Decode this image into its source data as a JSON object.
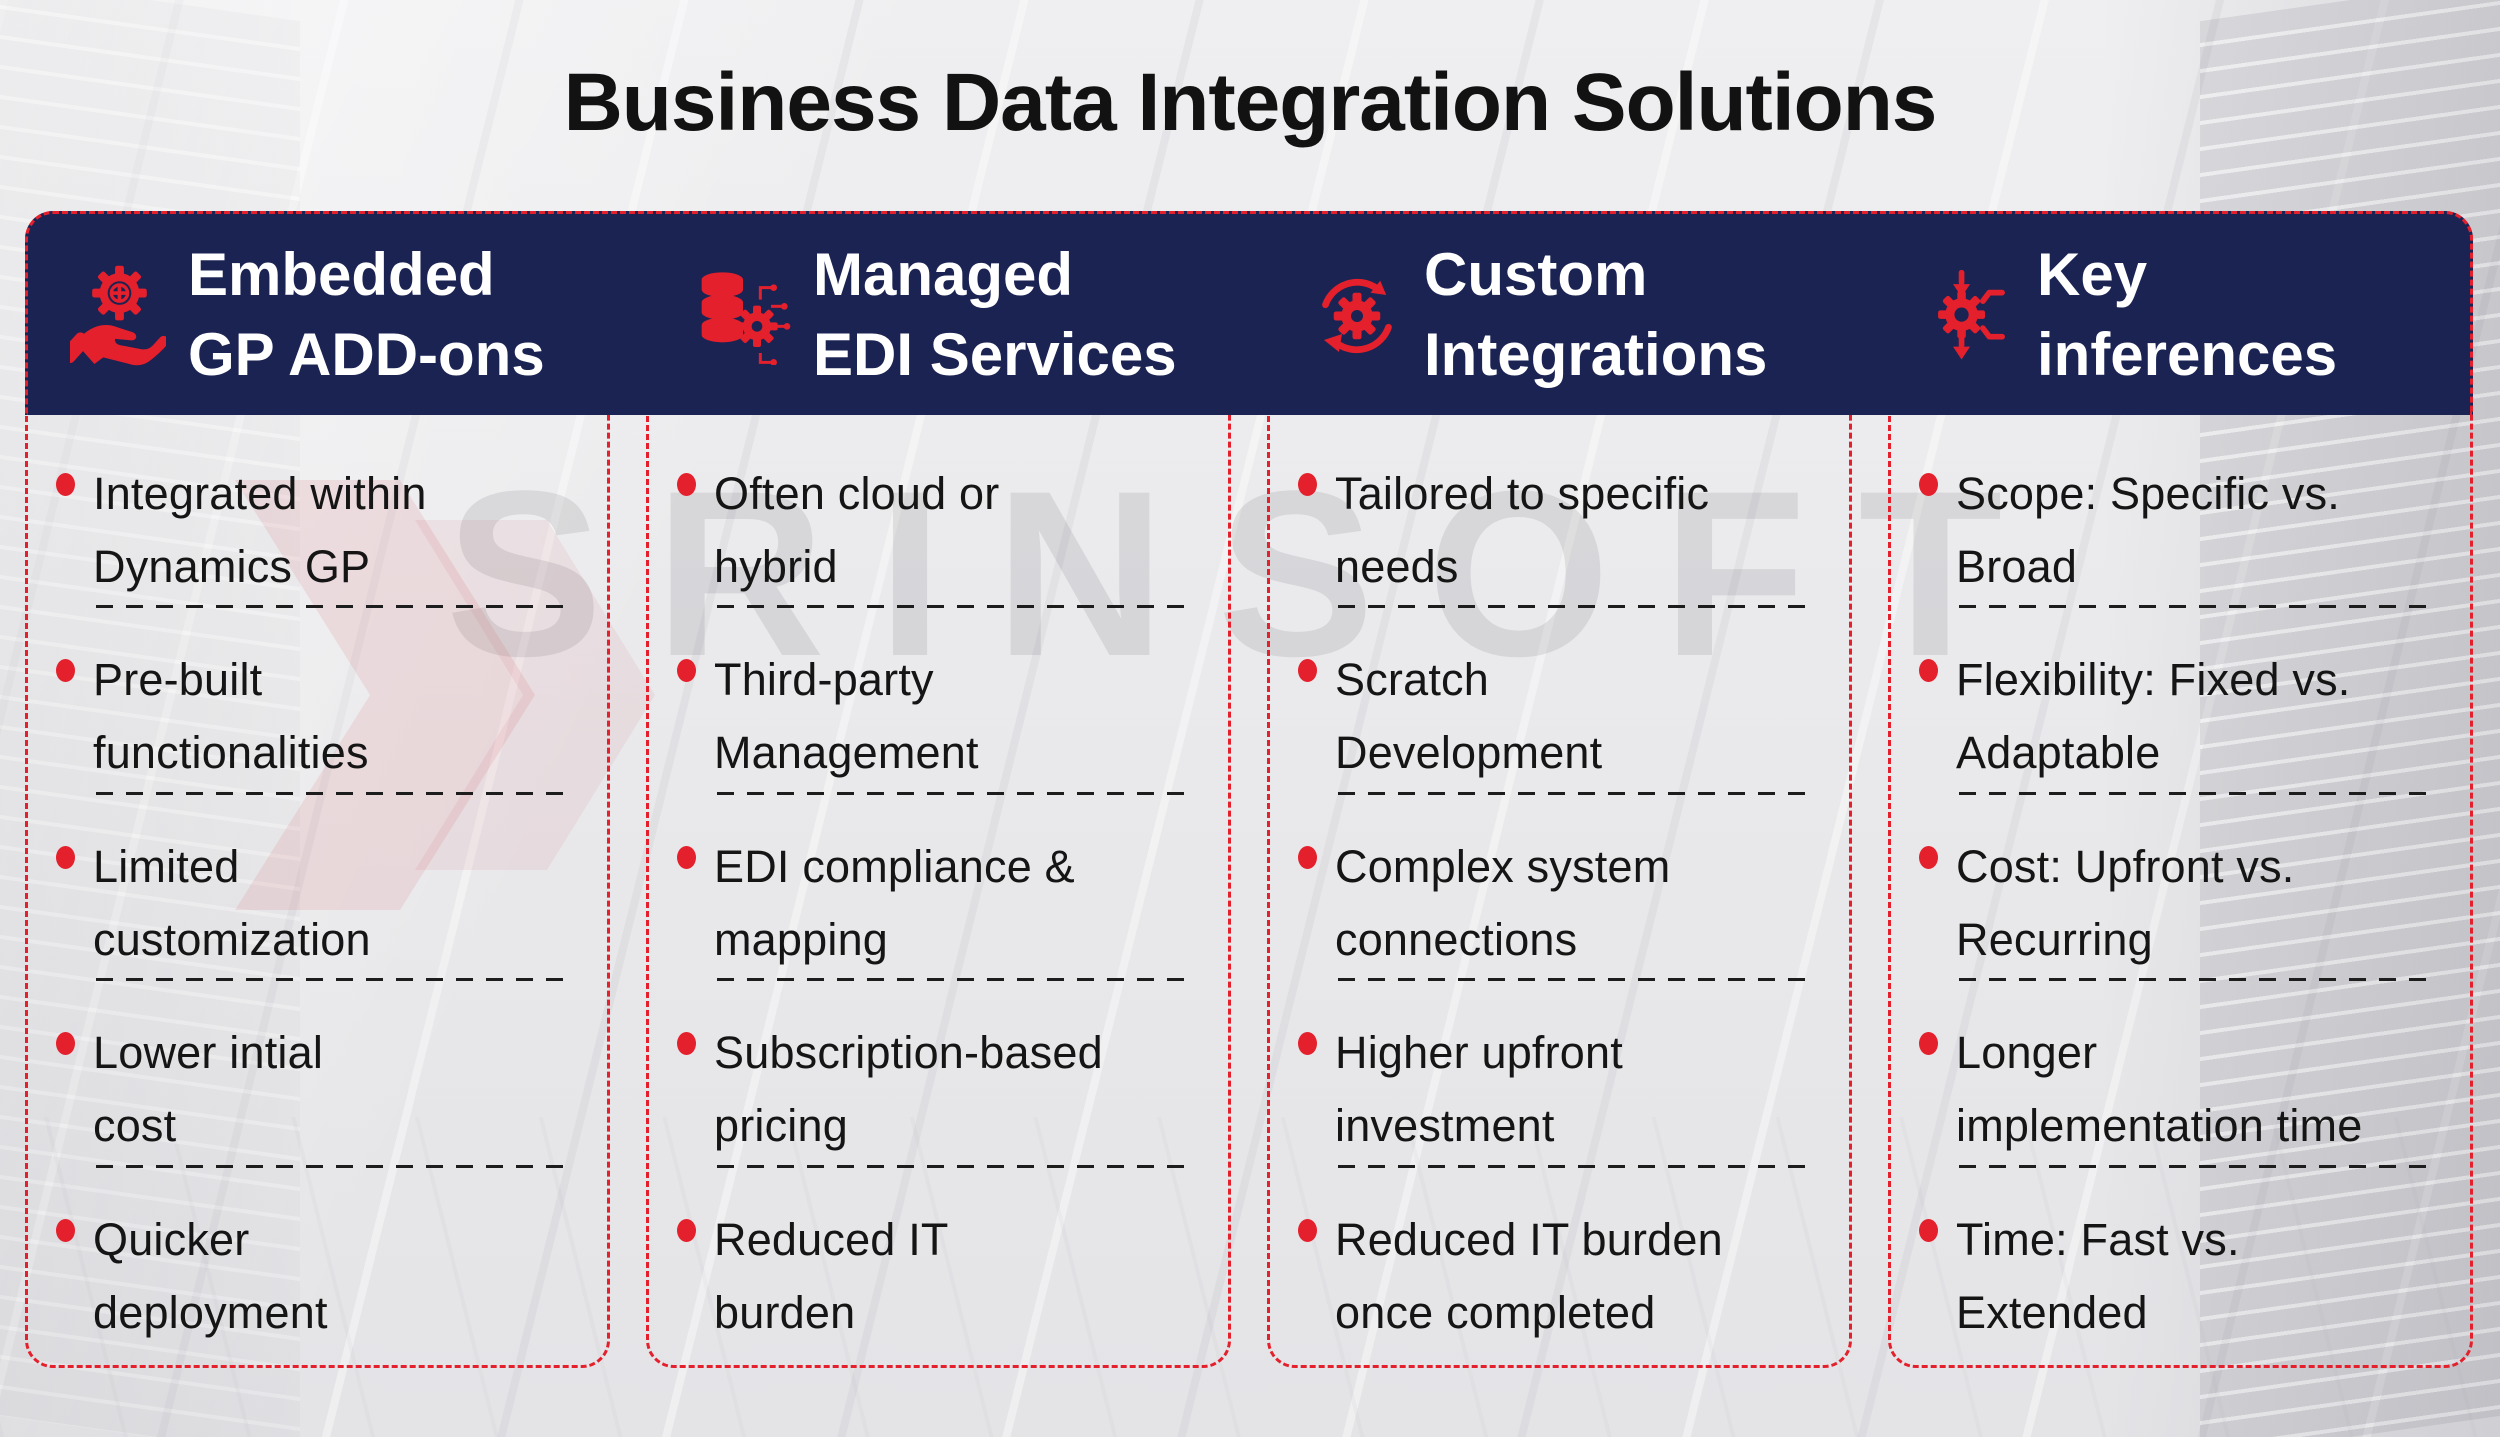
{
  "title": "Business Data Integration Solutions",
  "watermark": {
    "text": "SRINSOFT"
  },
  "colors": {
    "band_navy": "#1B2353",
    "accent_red": "#E4202C",
    "text_dark": "#151515",
    "page_bg": "#EBEBED"
  },
  "columns": [
    {
      "id": "embedded-gp-add-ons",
      "icon": "hand-gear-plus-icon",
      "header_lines": [
        "Embedded",
        "GP ADD-ons"
      ],
      "items": [
        [
          "Integrated within",
          "Dynamics GP"
        ],
        [
          "Pre-built",
          "functionalities"
        ],
        [
          "Limited",
          "customization"
        ],
        [
          "Lower intial",
          "cost"
        ],
        [
          "Quicker",
          "deployment"
        ]
      ]
    },
    {
      "id": "managed-edi-services",
      "icon": "database-network-gear-icon",
      "header_lines": [
        "Managed",
        "EDI Services"
      ],
      "items": [
        [
          "Often cloud or",
          "hybrid"
        ],
        [
          "Third-party",
          "Management"
        ],
        [
          "EDI compliance &",
          "mapping"
        ],
        [
          "Subscription-based",
          "pricing"
        ],
        [
          "Reduced IT",
          "burden"
        ]
      ]
    },
    {
      "id": "custom-integrations",
      "icon": "sync-arrows-gear-icon",
      "header_lines": [
        "Custom",
        "Integrations"
      ],
      "items": [
        [
          "Tailored to specific",
          "needs"
        ],
        [
          "Scratch",
          "Development"
        ],
        [
          "Complex system",
          "connections"
        ],
        [
          "Higher upfront",
          "investment"
        ],
        [
          "Reduced IT burden",
          "once completed"
        ]
      ]
    },
    {
      "id": "key-inferences",
      "icon": "gear-flow-arrows-icon",
      "header_lines": [
        "Key",
        "inferences"
      ],
      "items": [
        [
          "Scope: Specific vs.",
          "Broad"
        ],
        [
          "Flexibility: Fixed vs.",
          "Adaptable"
        ],
        [
          "Cost: Upfront vs.",
          "Recurring"
        ],
        [
          "Longer",
          "implementation time"
        ],
        [
          "Time: Fast vs.",
          "Extended"
        ]
      ]
    }
  ]
}
